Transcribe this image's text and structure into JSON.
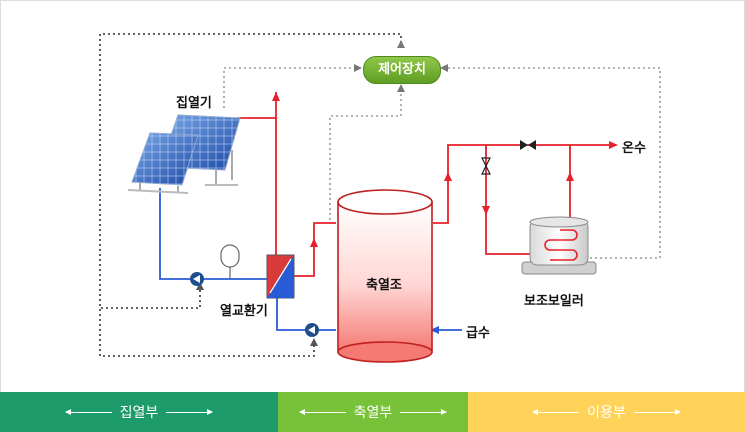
{
  "labels": {
    "controller": "제어장치",
    "collector": "집열기",
    "heat_exchanger": "열교환기",
    "storage_tank": "축열조",
    "aux_boiler": "보조보일러",
    "hot_water": "온수",
    "water_supply": "급수"
  },
  "sections": [
    {
      "label": "집열부",
      "color": "#1e9b6a"
    },
    {
      "label": "축열부",
      "color": "#78c23a"
    },
    {
      "label": "이용부",
      "color": "#ffd35a"
    }
  ],
  "colors": {
    "hot_line": "#e8202a",
    "cold_line": "#2a5bd7",
    "control_line": "#999999",
    "pump": "#1e4f8c"
  }
}
